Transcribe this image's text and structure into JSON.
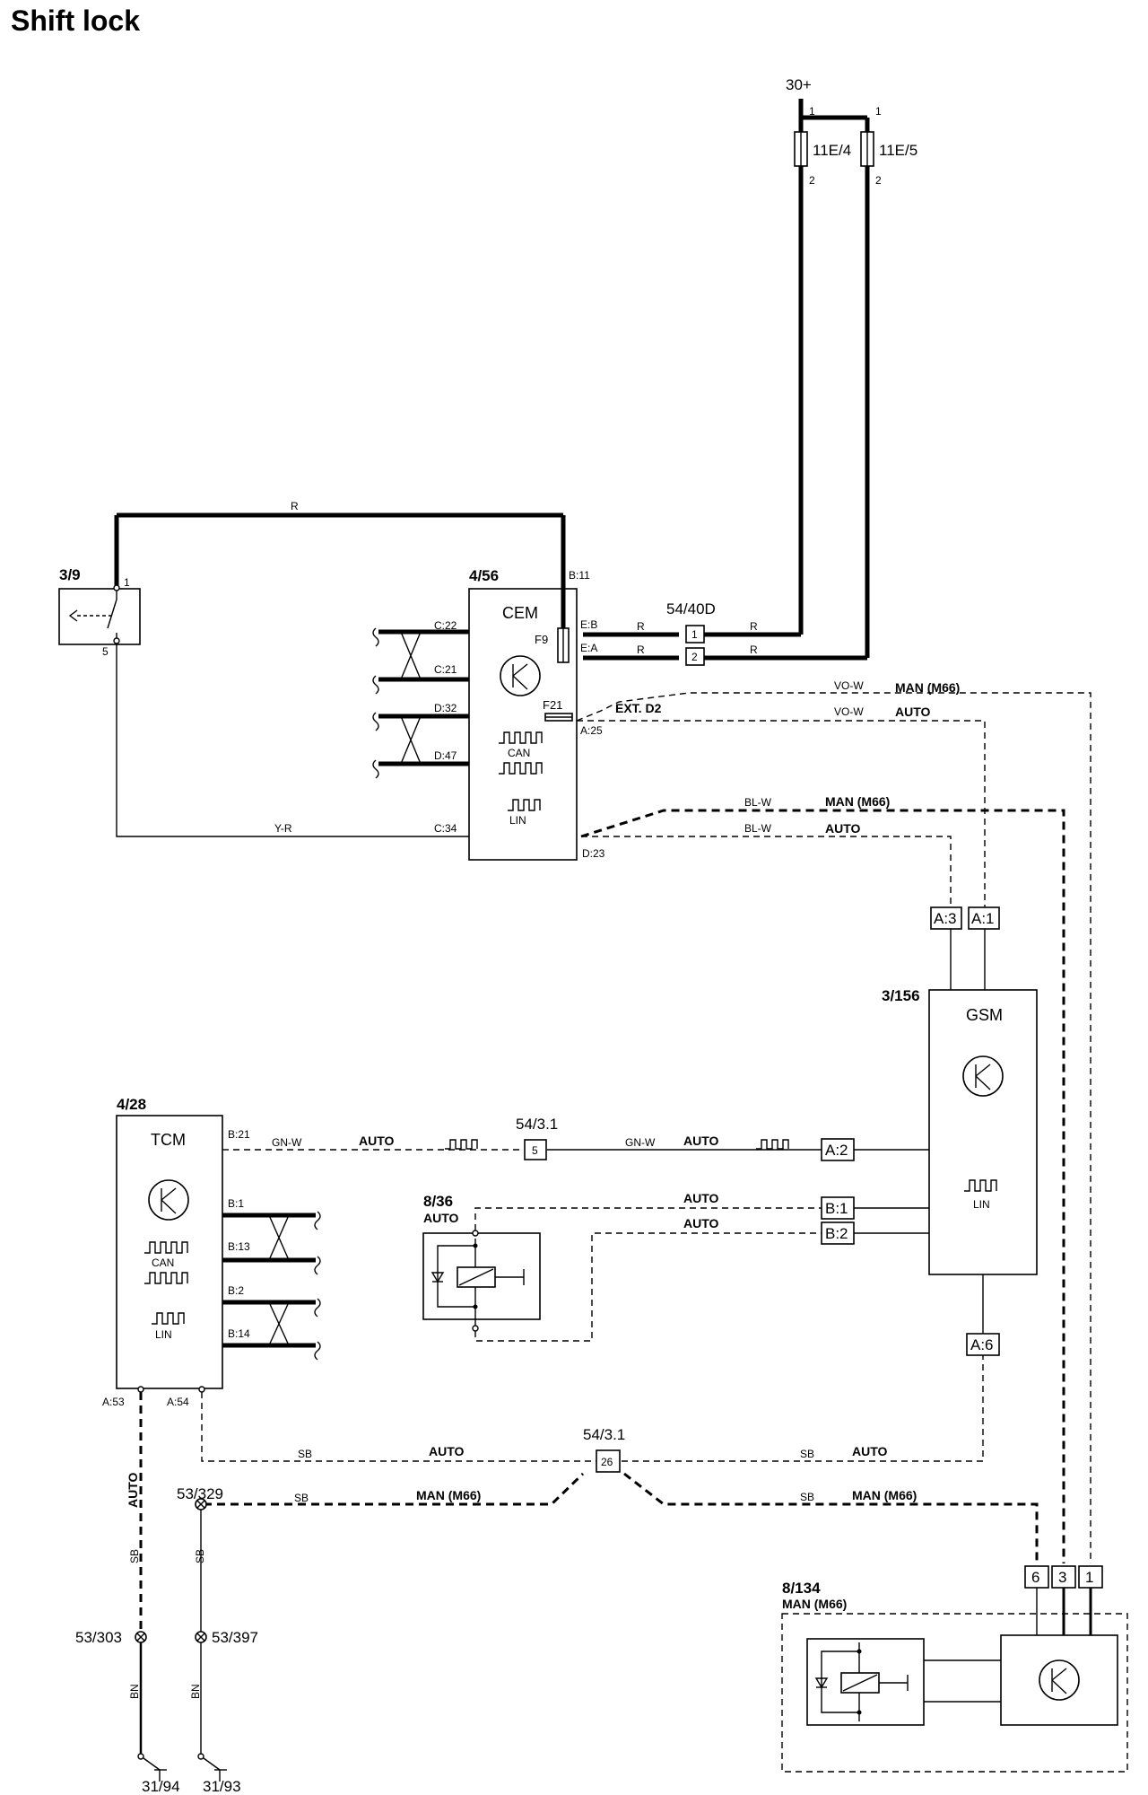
{
  "title": "Shift lock",
  "power": {
    "label": "30+",
    "pin_in": "1",
    "pin_out": "2"
  },
  "fuses": [
    {
      "id": "11E/4",
      "pin_in": "1",
      "pin_out": "2"
    },
    {
      "id": "11E/5",
      "pin_in": "1",
      "pin_out": "2"
    }
  ],
  "components": {
    "switch": {
      "ref": "3/9",
      "pin_top": "1",
      "pin_bottom": "5"
    },
    "cem": {
      "ref": "4/56",
      "name": "CEM",
      "fuse_f9": "F9",
      "fuse_f21": "F21",
      "pins_left": [
        "C:22",
        "C:21",
        "D:32",
        "D:47",
        "C:34"
      ],
      "pins_right": [
        "E:B",
        "E:A",
        "A:25",
        "D:23"
      ],
      "pin_top": "B:11",
      "can": "CAN",
      "lin": "LIN"
    },
    "gsm": {
      "ref": "3/156",
      "name": "GSM",
      "lin": "LIN"
    },
    "tcm": {
      "ref": "4/28",
      "name": "TCM",
      "pins_right": [
        "B:21",
        "B:1",
        "B:13",
        "B:2",
        "B:14"
      ],
      "pins_bottom": [
        "A:53",
        "A:54"
      ],
      "can": "CAN",
      "lin": "LIN"
    },
    "relay_auto": {
      "ref": "8/36",
      "variant": "AUTO"
    },
    "module_man": {
      "ref": "8/134",
      "variant": "MAN (M66)"
    }
  },
  "connectors": {
    "c5440d": {
      "ref": "54/40D",
      "pins": [
        "1",
        "2"
      ]
    },
    "c5431_top": {
      "ref": "54/3.1",
      "pin": "5"
    },
    "c5431_bottom": {
      "ref": "54/3.1",
      "pin": "26"
    },
    "gsm_pins": [
      "A:3",
      "A:1",
      "A:2",
      "B:1",
      "B:2",
      "A:6"
    ],
    "man_pins": [
      "6",
      "3",
      "1"
    ],
    "ext": "EXT. D2"
  },
  "wires": {
    "r": "R",
    "y_r": "Y-R",
    "vo_w": "VO-W",
    "bl_w": "BL-W",
    "gn_w": "GN-W",
    "sb": "SB",
    "bn": "BN"
  },
  "variants": {
    "auto": "AUTO",
    "man": "MAN (M66)"
  },
  "grounds": {
    "g53329": "53/329",
    "g53303": "53/303",
    "g53397": "53/397",
    "g3194": "31/94",
    "g3193": "31/93"
  }
}
